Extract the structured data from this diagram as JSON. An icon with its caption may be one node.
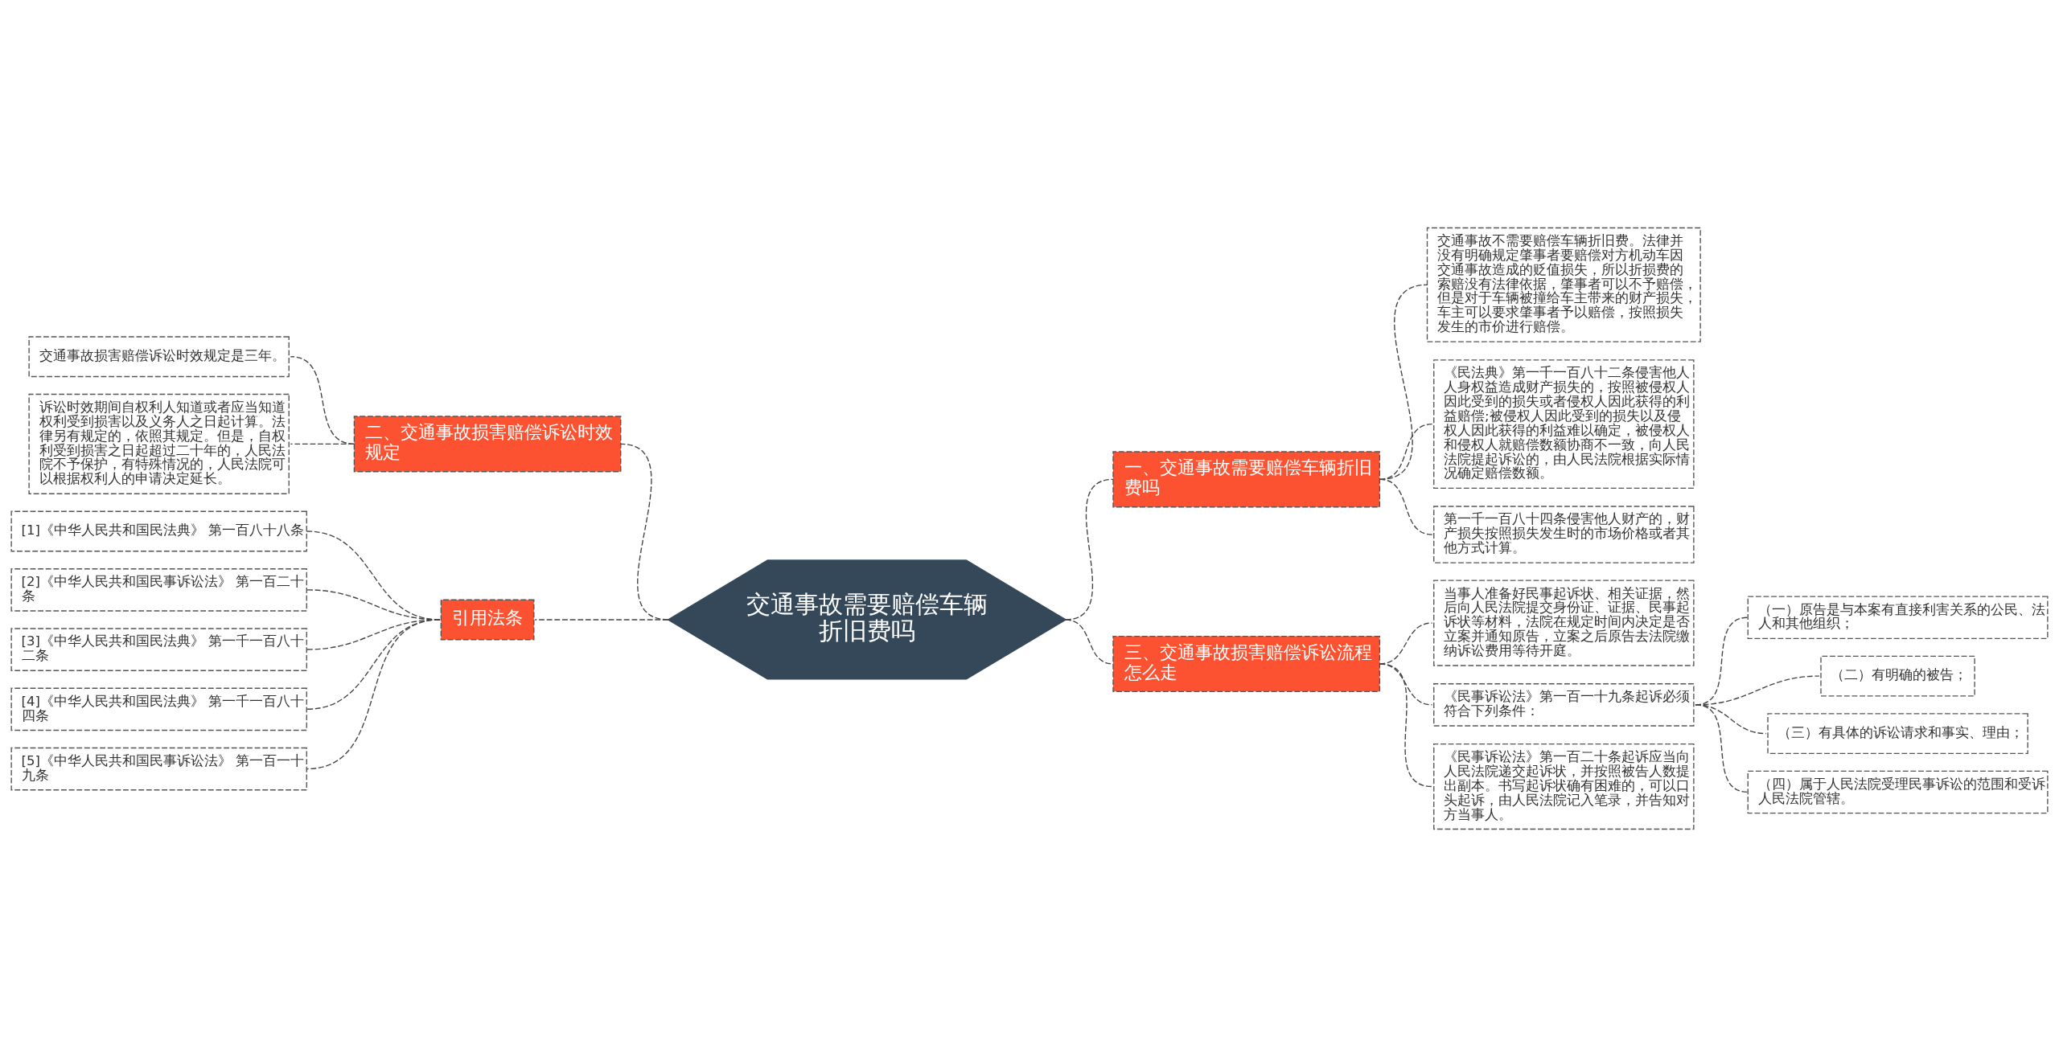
{
  "diagram": {
    "nodes": [
      {
        "text": [
          "交通事故需要赔偿车辆折旧费吗"
        ]
      },
      {
        "text": [
          "一、交通事故需要赔偿车辆折旧费吗"
        ]
      },
      {
        "text": [
          "交通事故不需要赔偿车辆折旧费。法律并没有明确规定肇事者要赔偿对方机动车因交通事故造成的贬值损失，所以折损费的索赔没有法律依据，肇事者可以不予赔偿，但是对于车辆被撞给车主带来的财产损失，车主可以要求肇事者予以赔偿，按照损失发生的市价进行赔偿。"
        ]
      },
      {
        "text": [
          "《民法典》第一千一百八十二条侵害他人人身权益造成财产损失的，按照被侵权人因此受到的损失或者侵权人因此获得的利益赔偿;被侵权人因此受到的损失以及侵权人因此获得的利益难以确定，被侵权人和侵权人就赔偿数额协商不一致，向人民法院提起诉讼的，由人民法院根据实际情况确定赔偿数额。"
        ]
      },
      {
        "text": [
          "第一千一百八十四条侵害他人财产的，财产损失按照损失发生时的市场价格或者其他方式计算。"
        ]
      },
      {
        "text": [
          "三、交通事故损害赔偿诉讼流程怎么走"
        ]
      },
      {
        "text": [
          "当事人准备好民事起诉状、相关证据，然后向人民法院提交身份证、证据、民事起诉状等材料，法院在规定时间内决定是否立案并通知原告，立案之后原告去法院缴纳诉讼费用等待开庭。"
        ]
      },
      {
        "text": [
          "《民事诉讼法》第一百一十九条起诉必须符合下列条件："
        ]
      },
      {
        "text": [
          "（一）原告是与本案有直接利害关系的公民、法人和其他组织；"
        ]
      },
      {
        "text": [
          "（二）有明确的被告；"
        ]
      },
      {
        "text": [
          "（三）有具体的诉讼请求和事实、理由；"
        ]
      },
      {
        "text": [
          "（四）属于人民法院受理民事诉讼的范围和受诉人民法院管辖。"
        ]
      },
      {
        "text": [
          "《民事诉讼法》第一百二十条起诉应当向人民法院递交起诉状，并按照被告人数提出副本。书写起诉状确有困难的，可以口头起诉，由人民法院记入笔录，并告知对方当事人。"
        ]
      },
      {
        "text": [
          "二、交通事故损害赔偿诉讼时效规定"
        ]
      },
      {
        "text": [
          "交通事故损害赔偿诉讼时效规定是三年。"
        ]
      },
      {
        "text": [
          "诉讼时效期间自权利人知道或者应当知道权利受到损害以及义务人之日起计算。法律另有规定的，依照其规定。但是，自权利受到损害之日起超过二十年的，人民法院不予保护，有特殊情况的，人民法院可以根据权利人的申请决定延长。"
        ]
      },
      {
        "text": [
          "引用法条"
        ]
      },
      {
        "text": [
          "[1]《中华人民共和国民法典》 第一百八十八条"
        ]
      },
      {
        "text": [
          "[2]《中华人民共和国民事诉讼法》 第一百二十条"
        ]
      },
      {
        "text": [
          "[3]《中华人民共和国民法典》 第一千一百八十二条"
        ]
      },
      {
        "text": [
          "[4]《中华人民共和国民法典》 第一千一百八十四条"
        ]
      },
      {
        "text": [
          "[5]《中华人民共和国民事诉讼法》 第一百一十九条"
        ]
      }
    ],
    "edges": [
      {
        "from": 0,
        "to": 1,
        "arrow": "none",
        "style": "dashed"
      },
      {
        "from": 1,
        "to": 2,
        "arrow": "none",
        "style": "dashed"
      },
      {
        "from": 1,
        "to": 3,
        "arrow": "none",
        "style": "dashed"
      },
      {
        "from": 1,
        "to": 4,
        "arrow": "none",
        "style": "dashed"
      },
      {
        "from": 0,
        "to": 5,
        "arrow": "none",
        "style": "dashed"
      },
      {
        "from": 5,
        "to": 6,
        "arrow": "none",
        "style": "dashed"
      },
      {
        "from": 5,
        "to": 7,
        "arrow": "none",
        "style": "dashed"
      },
      {
        "from": 7,
        "to": 8,
        "arrow": "none",
        "style": "dashed"
      },
      {
        "from": 7,
        "to": 9,
        "arrow": "none",
        "style": "dashed"
      },
      {
        "from": 7,
        "to": 10,
        "arrow": "none",
        "style": "dashed"
      },
      {
        "from": 7,
        "to": 11,
        "arrow": "none",
        "style": "dashed"
      },
      {
        "from": 5,
        "to": 12,
        "arrow": "none",
        "style": "dashed"
      },
      {
        "from": 0,
        "to": 13,
        "arrow": "none",
        "style": "dashed"
      },
      {
        "from": 13,
        "to": 14,
        "arrow": "none",
        "style": "dashed"
      },
      {
        "from": 13,
        "to": 15,
        "arrow": "none",
        "style": "dashed"
      },
      {
        "from": 0,
        "to": 16,
        "arrow": "none",
        "style": "dashed"
      },
      {
        "from": 16,
        "to": 17,
        "arrow": "none",
        "style": "dashed"
      },
      {
        "from": 16,
        "to": 18,
        "arrow": "none",
        "style": "dashed"
      },
      {
        "from": 16,
        "to": 19,
        "arrow": "none",
        "style": "dashed"
      },
      {
        "from": 16,
        "to": 20,
        "arrow": "none",
        "style": "dashed"
      },
      {
        "from": 16,
        "to": 21,
        "arrow": "none",
        "style": "dashed"
      }
    ]
  }
}
